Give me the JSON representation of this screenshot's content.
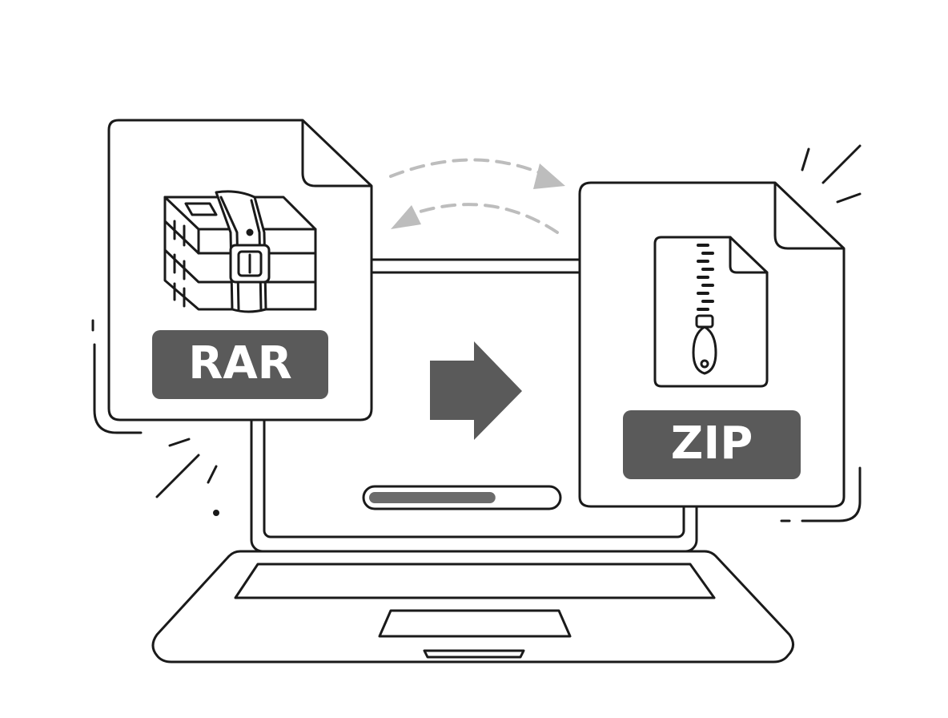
{
  "source_file": {
    "format_label": "RAR",
    "icon": "winrar-books-icon"
  },
  "target_file": {
    "format_label": "ZIP",
    "icon": "zip-zipper-icon"
  },
  "conversion": {
    "direction_icon": "arrow-right-icon",
    "exchange_icon": "curved-dashed-arrows-icon",
    "progress_fraction": 0.68
  },
  "device": {
    "icon": "laptop-icon"
  },
  "colors": {
    "ink": "#1a1a1a",
    "badge": "#5a5a5a",
    "arrow": "#5a5a5a",
    "progress_fill": "#6b6b6b",
    "dashed_arrow": "#bdbdbd",
    "background": "#ffffff"
  }
}
